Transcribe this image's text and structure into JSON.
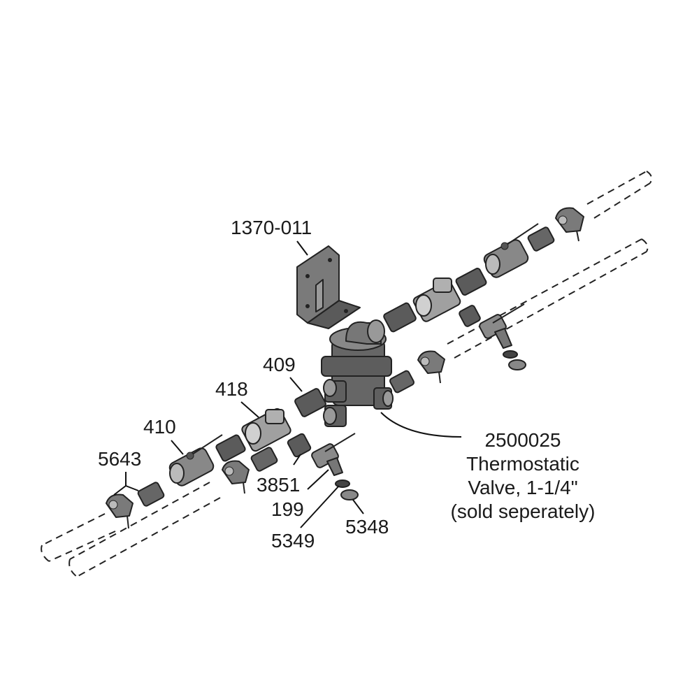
{
  "colors": {
    "part_fill": "#6e6e6e",
    "part_light": "#b5b5b5",
    "part_dark": "#4a4a4a",
    "outline": "#222222",
    "text": "#1a1a1a"
  },
  "labels": {
    "bracket": "1370-011",
    "nipple": "409",
    "tee": "418",
    "ball_valve": "410",
    "clamp": "5643",
    "bushing": "3851",
    "drain_valve": "199",
    "washer": "5349",
    "cap": "5348"
  },
  "thermostatic_valve": {
    "part_number": "2500025",
    "line1": "Thermostatic",
    "line2": "Valve, 1-1/4\"",
    "line3": "(sold seperately)"
  }
}
